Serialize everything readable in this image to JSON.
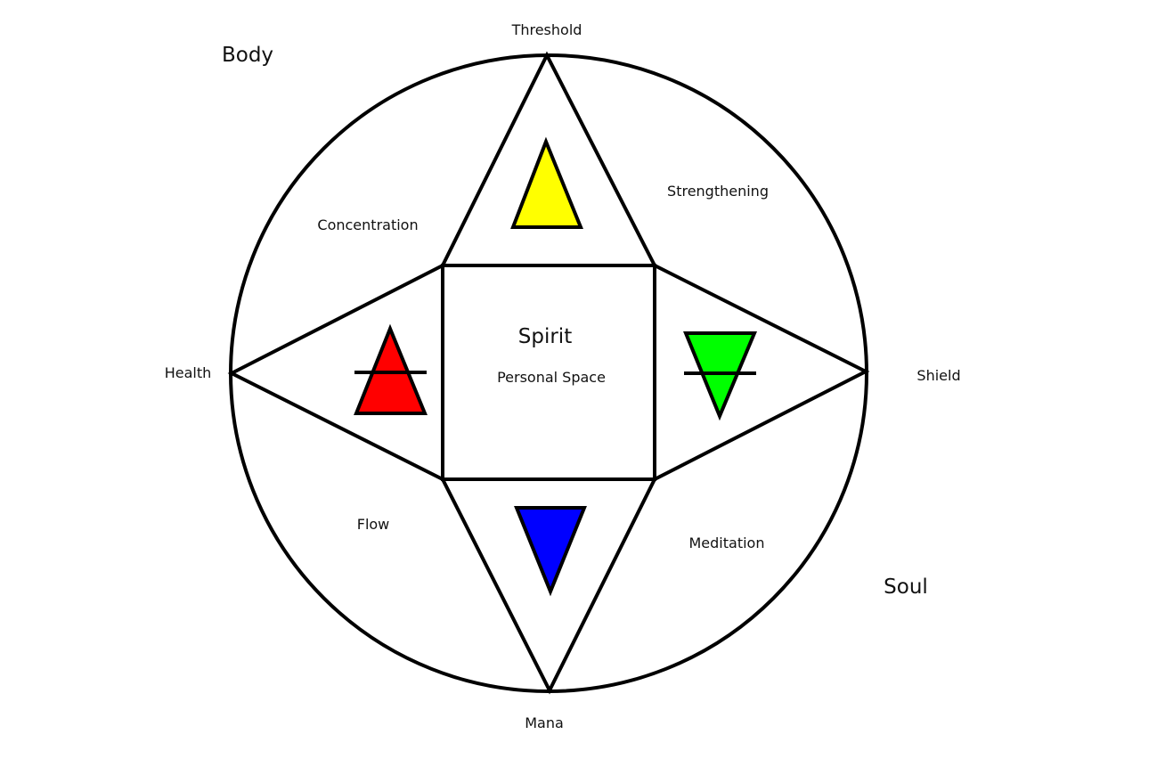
{
  "corner_labels": {
    "top_left": "Body",
    "bottom_right": "Soul"
  },
  "point_labels": {
    "top": "Threshold",
    "bottom": "Mana",
    "left": "Health",
    "right": "Shield"
  },
  "region_labels": {
    "upper_left": "Concentration",
    "upper_right": "Strengthening",
    "lower_left": "Flow",
    "lower_right": "Meditation"
  },
  "center": {
    "title": "Spirit",
    "subtitle": "Personal Space"
  },
  "elements": {
    "top": {
      "symbol": "triangle-up",
      "color": "#ffff00"
    },
    "left": {
      "symbol": "triangle-up-barred",
      "color": "#ff0000"
    },
    "right": {
      "symbol": "triangle-down-barred",
      "color": "#00ff00"
    },
    "bottom": {
      "symbol": "triangle-down",
      "color": "#0000ff"
    }
  },
  "line_color": "#000000"
}
